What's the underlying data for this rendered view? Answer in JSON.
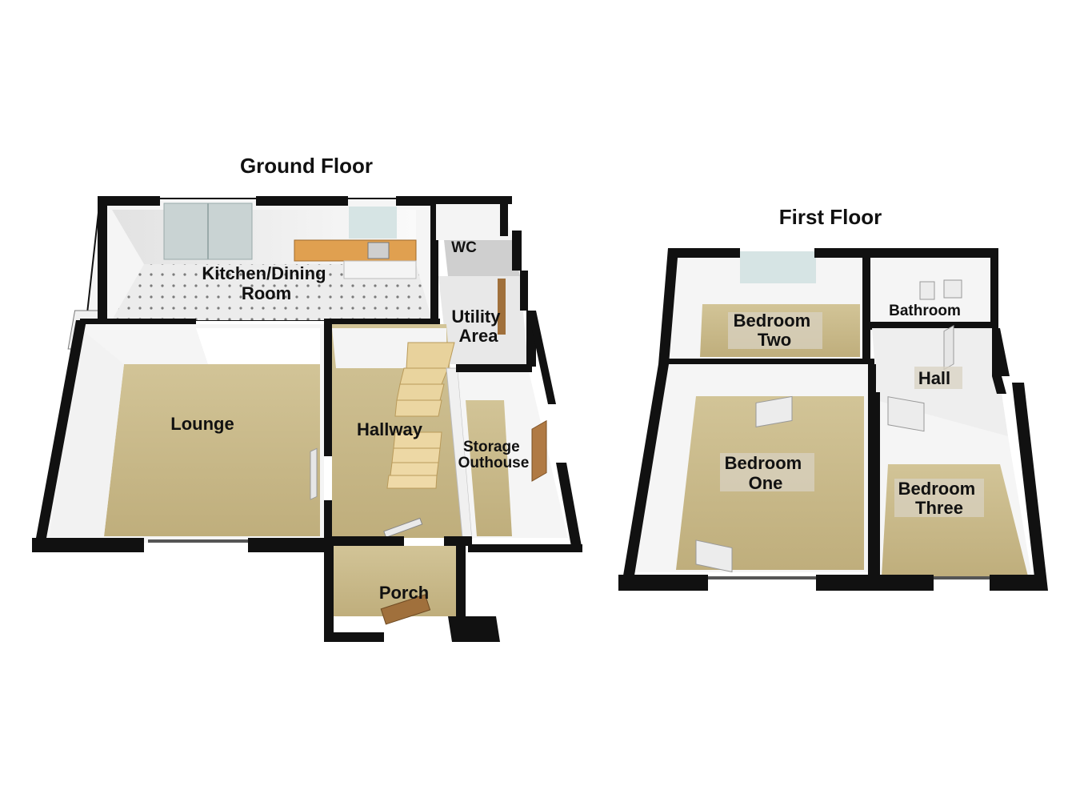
{
  "floors": {
    "ground": {
      "title": "Ground Floor",
      "rooms": {
        "kitchen": [
          "Kitchen/Dining",
          "Room"
        ],
        "wc": [
          "WC"
        ],
        "utility": [
          "Utility",
          "Area"
        ],
        "lounge": [
          "Lounge"
        ],
        "hallway": [
          "Hallway"
        ],
        "storage": [
          "Storage",
          "Outhouse"
        ],
        "porch": [
          "Porch"
        ]
      }
    },
    "first": {
      "title": "First Floor",
      "rooms": {
        "bedroom_two": [
          "Bedroom",
          "Two"
        ],
        "bathroom": [
          "Bathroom"
        ],
        "hall": [
          "Hall"
        ],
        "bedroom_one": [
          "Bedroom",
          "One"
        ],
        "bedroom_three": [
          "Bedroom",
          "Three"
        ]
      }
    }
  },
  "colors": {
    "wall": "#111111",
    "wall_face": "#f2f2f2",
    "carpet": "#c9b98c",
    "tile_floor": "#e9e9e9",
    "stair": "#e8d29c",
    "door": "#a0703c",
    "worktop": "#e0a050"
  }
}
